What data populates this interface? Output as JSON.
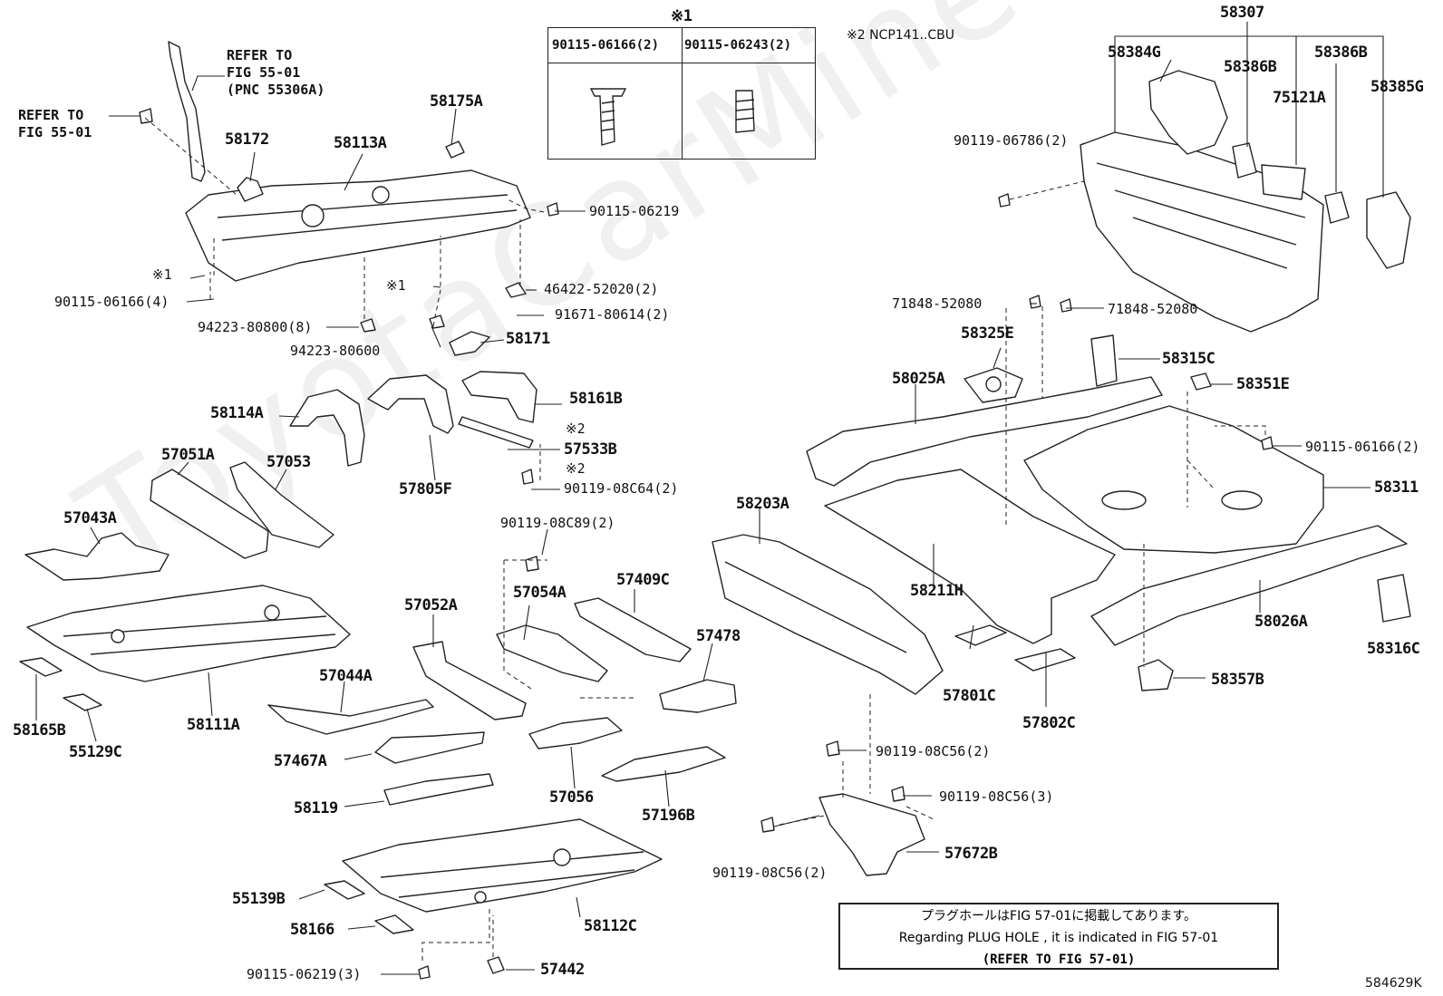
{
  "diagram_id": "584629K",
  "note_mark_1": "※1",
  "note_mark_2": "※2 NCP141..CBU",
  "fastener_box": {
    "col1": "90115-06166(2)",
    "col2": "90115-06243(2)"
  },
  "refer_notes": {
    "top_left_a": "REFER TO\nFIG 55-01\n(PNC 55306A)",
    "top_left_b": "REFER TO\nFIG 55-01"
  },
  "note_box": {
    "line1": "プラグホールはFIG 57-01に掲載してあります。",
    "line2": "Regarding  PLUG  HOLE , it is indicated in FIG  57-01",
    "line3": "(REFER TO FIG 57-01)"
  },
  "watermark": "ToyotaCarMine.ru",
  "labels": {
    "p58175A": "58175A",
    "p58172": "58172",
    "p58113A": "58113A",
    "f90115_06219": "90115-06219",
    "f90115_06166_4": "90115-06166(4)",
    "m1a": "※1",
    "m1b": "※1",
    "f94223_80800": "94223-80800(8)",
    "f94223_80600": "94223-80600",
    "f46422_52020": "46422-52020(2)",
    "f91671_80614": "91671-80614(2)",
    "p58171": "58171",
    "p58114A": "58114A",
    "p58161B": "58161B",
    "m2a": "※2",
    "p57533B": "57533B",
    "m2b": "※2",
    "f90119_08C64": "90119-08C64(2)",
    "p57805F": "57805F",
    "p57051A": "57051A",
    "p57053": "57053",
    "p57043A": "57043A",
    "p58165B": "58165B",
    "p55129C": "55129C",
    "p58111A": "58111A",
    "f90119_08C89": "90119-08C89(2)",
    "p57054A": "57054A",
    "p57409C": "57409C",
    "p57052A": "57052A",
    "p57478": "57478",
    "p57044A": "57044A",
    "p57467A": "57467A",
    "p58119": "58119",
    "p57056": "57056",
    "p57196B": "57196B",
    "p55139B": "55139B",
    "p58166": "58166",
    "p58112C": "58112C",
    "f90115_06219_3": "90115-06219(3)",
    "p57442": "57442",
    "p58307": "58307",
    "p58384G": "58384G",
    "p58386B_a": "58386B",
    "p58386B_b": "58386B",
    "p75121A": "75121A",
    "p58385G": "58385G",
    "f90119_06786": "90119-06786(2)",
    "f71848_52080_a": "71848-52080",
    "f71848_52080_b": "71848-52080",
    "p58325E": "58325E",
    "p58315C": "58315C",
    "p58025A": "58025A",
    "p58351E": "58351E",
    "f90115_06166_2b": "90115-06166(2)",
    "p58311": "58311",
    "p58203A": "58203A",
    "p58211H": "58211H",
    "p58026A": "58026A",
    "p58316C": "58316C",
    "p57801C": "57801C",
    "p57802C": "57802C",
    "p58357B": "58357B",
    "f90119_08C56_2a": "90119-08C56(2)",
    "f90119_08C56_3": "90119-08C56(3)",
    "f90119_08C56_2b": "90119-08C56(2)",
    "p57672B": "57672B"
  }
}
